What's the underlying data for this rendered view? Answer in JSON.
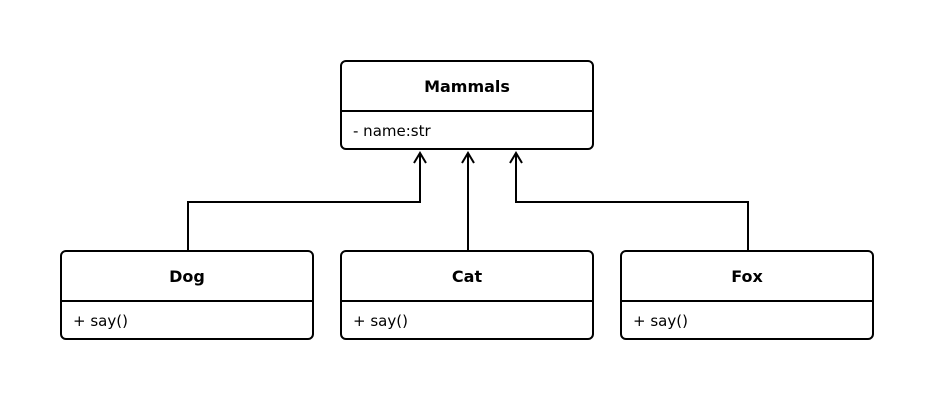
{
  "classes": {
    "mammals": {
      "name": "Mammals",
      "member": "- name:str"
    },
    "dog": {
      "name": "Dog",
      "member": "+ say()"
    },
    "cat": {
      "name": "Cat",
      "member": "+ say()"
    },
    "fox": {
      "name": "Fox",
      "member": "+ say()"
    }
  },
  "relations": [
    {
      "from": "Dog",
      "to": "Mammals",
      "type": "inheritance"
    },
    {
      "from": "Cat",
      "to": "Mammals",
      "type": "inheritance"
    },
    {
      "from": "Fox",
      "to": "Mammals",
      "type": "inheritance"
    }
  ],
  "colors": {
    "stroke": "#000000",
    "background": "#ffffff"
  }
}
